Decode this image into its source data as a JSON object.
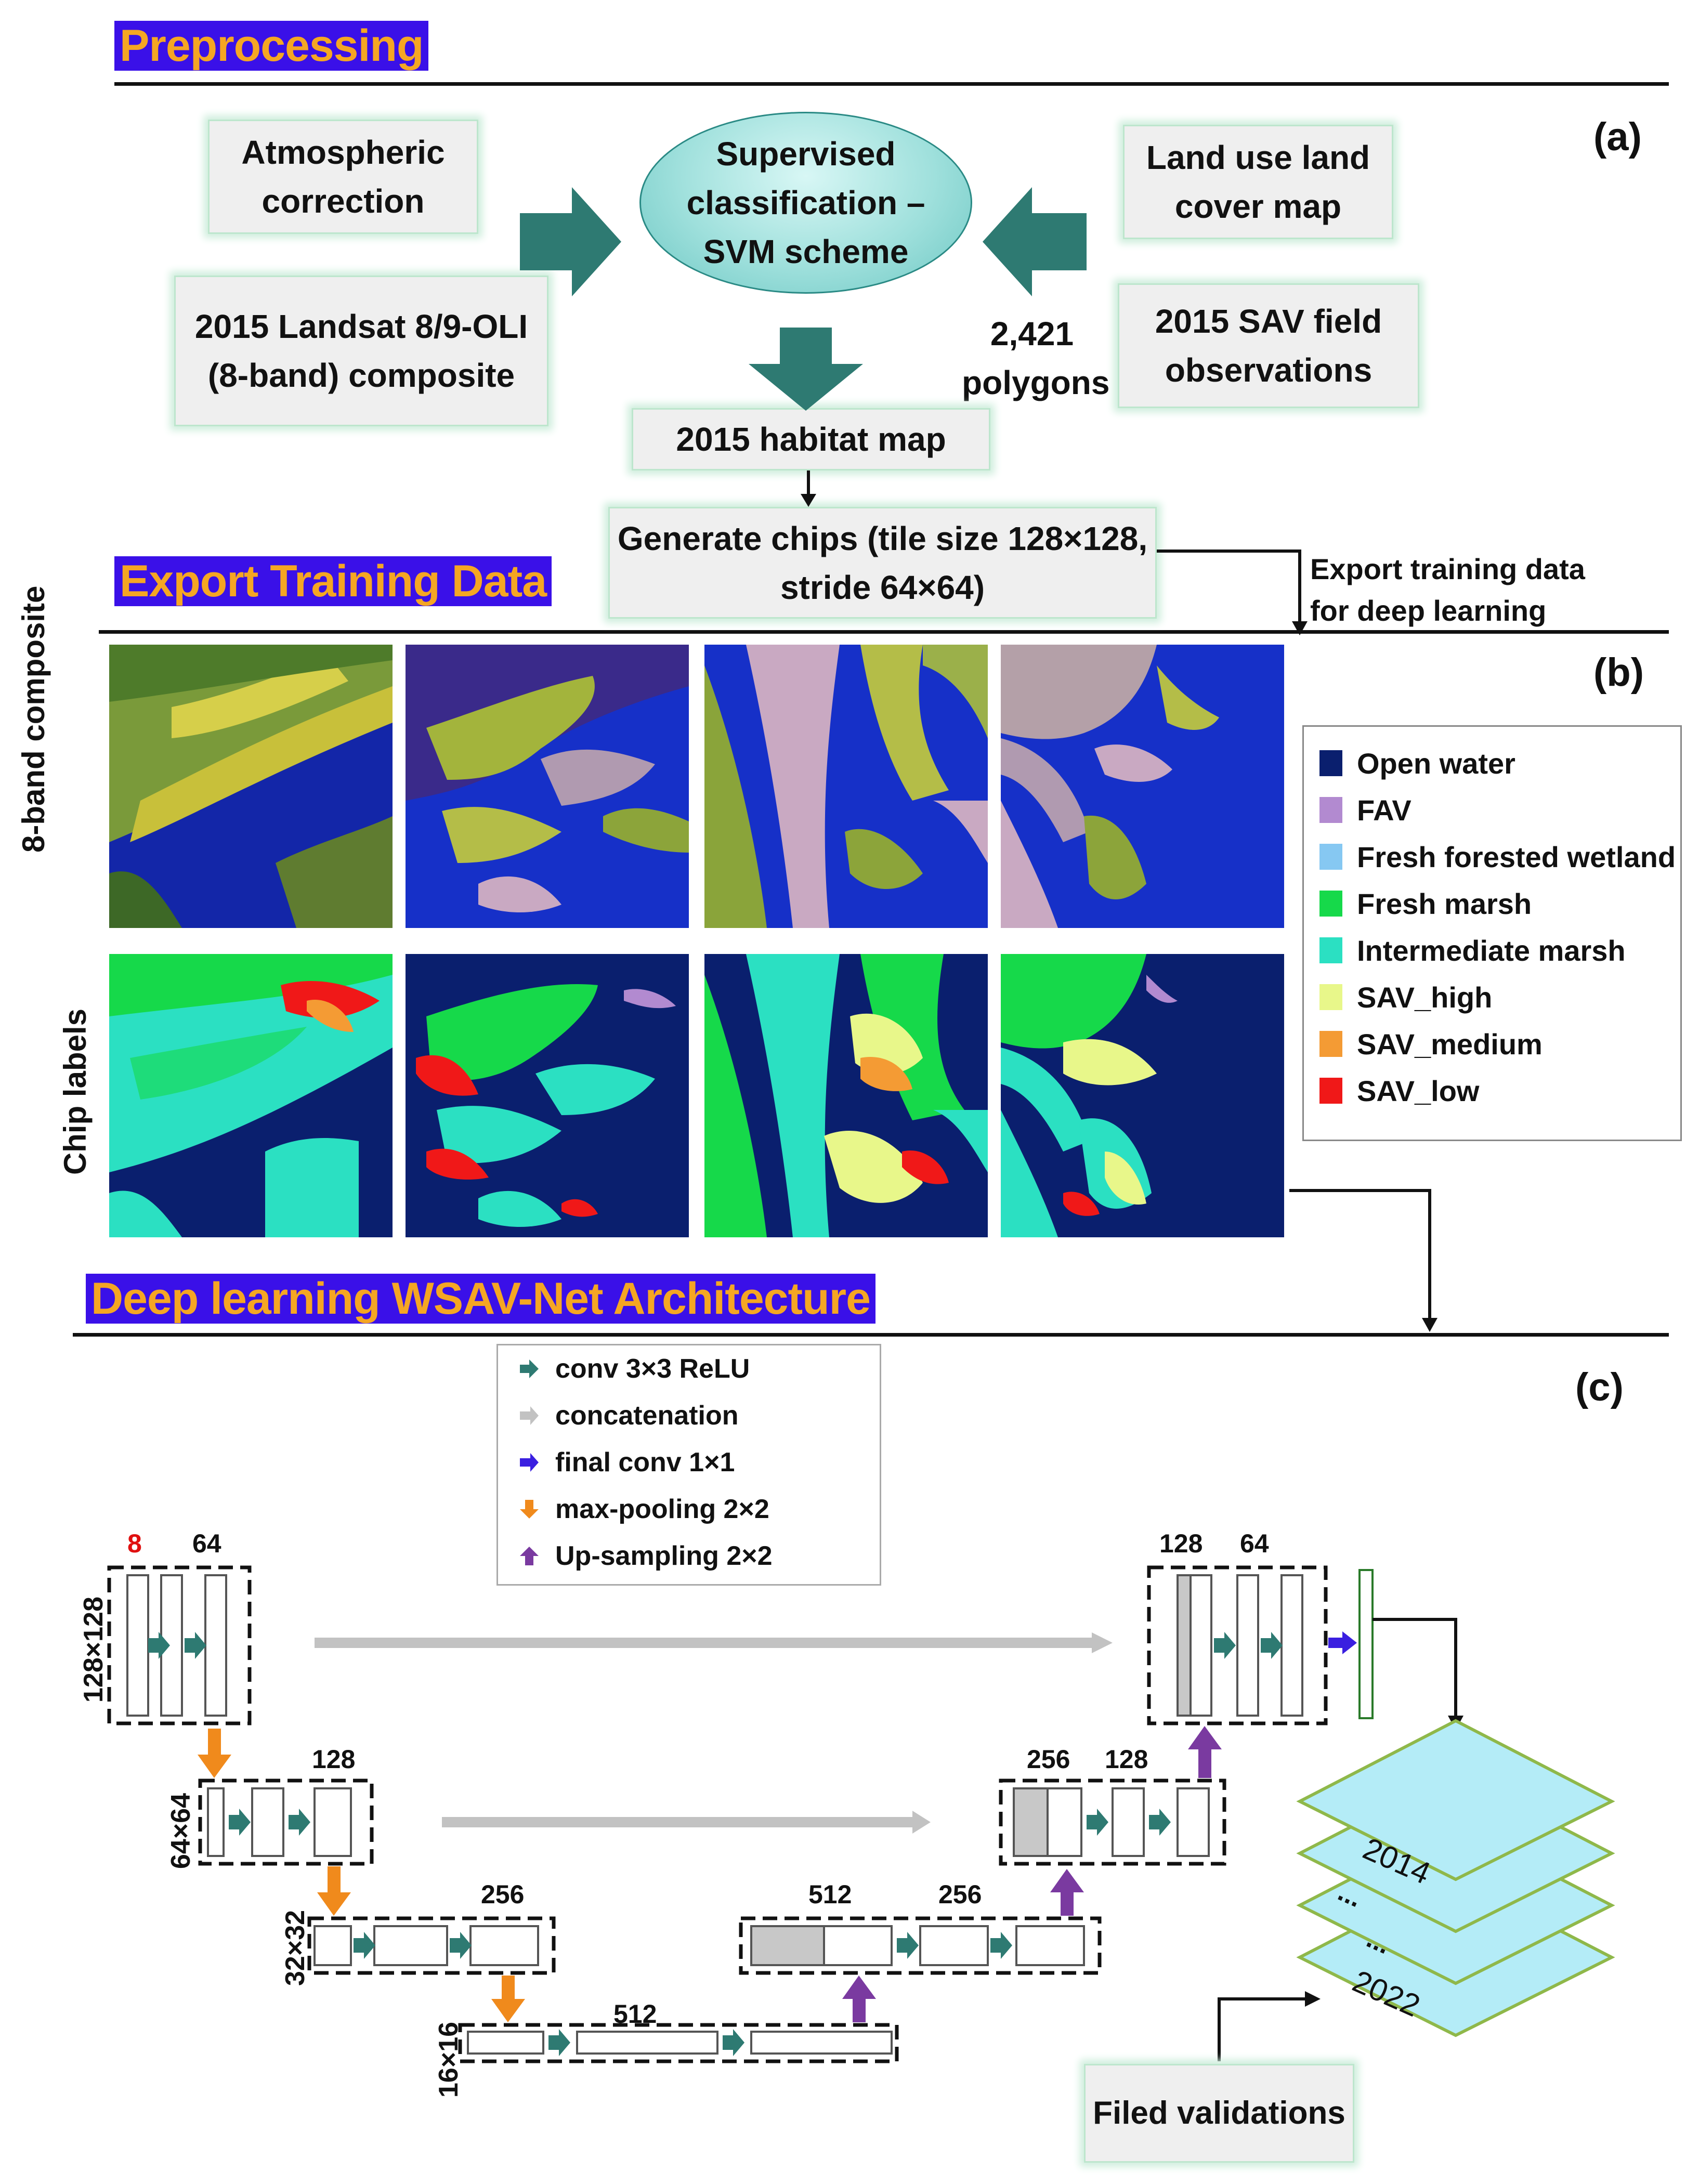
{
  "sections": {
    "preprocessing": "Preprocessing",
    "export": "Export Training Data",
    "deep": "Deep learning WSAV-Net Architecture"
  },
  "panels": {
    "a": "(a)",
    "b": "(b)",
    "c": "(c)"
  },
  "preprocessing": {
    "atmos": "Atmospheric correction",
    "landsat": "2015 Landsat 8/9-OLI (8-band) composite",
    "svm": "Supervised classification – SVM scheme",
    "lulc": "Land use land cover map",
    "sav_obs": "2015 SAV field observations",
    "polygons": "2,421 polygons",
    "habitat": "2015 habitat map",
    "chips": "Generate chips (tile size 128×128, stride 64×64)",
    "export_note": "Export training data for deep learning"
  },
  "rows": {
    "composite": "8-band composite",
    "labels": "Chip labels"
  },
  "legend": [
    {
      "label": "Open water",
      "color": "#0a1f6e"
    },
    {
      "label": "FAV",
      "color": "#b28ad0"
    },
    {
      "label": "Fresh forested wetland",
      "color": "#86c8f2"
    },
    {
      "label": "Fresh marsh",
      "color": "#16d94a"
    },
    {
      "label": "Intermediate marsh",
      "color": "#2be0c2"
    },
    {
      "label": "SAV_high",
      "color": "#e8f78a"
    },
    {
      "label": "SAV_medium",
      "color": "#f49b34"
    },
    {
      "label": "SAV_low",
      "color": "#f01818"
    }
  ],
  "arch_legend": [
    {
      "label": "conv 3×3 ReLU",
      "icon": "teal-arrow-right-icon"
    },
    {
      "label": "concatenation",
      "icon": "gray-arrow-right-icon"
    },
    {
      "label": "final conv 1×1",
      "icon": "blue-arrow-right-icon"
    },
    {
      "label": "max-pooling 2×2",
      "icon": "orange-arrow-down-icon"
    },
    {
      "label": "Up-sampling 2×2",
      "icon": "purple-arrow-up-icon"
    }
  ],
  "arch": {
    "in_ch": "8",
    "ch64": "64",
    "ch128": "128",
    "ch256": "256",
    "ch512": "512",
    "dec128": "128",
    "dec64": "64",
    "dec256": "256",
    "dec128b": "128",
    "dec512": "512",
    "dec256b": "256",
    "dim128": "128×128",
    "dim64": "64×64",
    "dim32": "32×32",
    "dim16": "16×16"
  },
  "outputs": {
    "y2014": "2014",
    "dots1": "...",
    "dots2": "...",
    "y2022": "2022",
    "field": "Filed validations"
  },
  "colors": {
    "title_bg": "#3a10e8",
    "title_text": "#f5a623",
    "arrow_teal": "#2e7a72",
    "concat_gray": "#c2c2c2",
    "final_blue": "#3a1fe0",
    "pool_orange": "#f08a1c",
    "up_purple": "#7a3aa0",
    "layer_cyan": "#b4ecf7"
  }
}
